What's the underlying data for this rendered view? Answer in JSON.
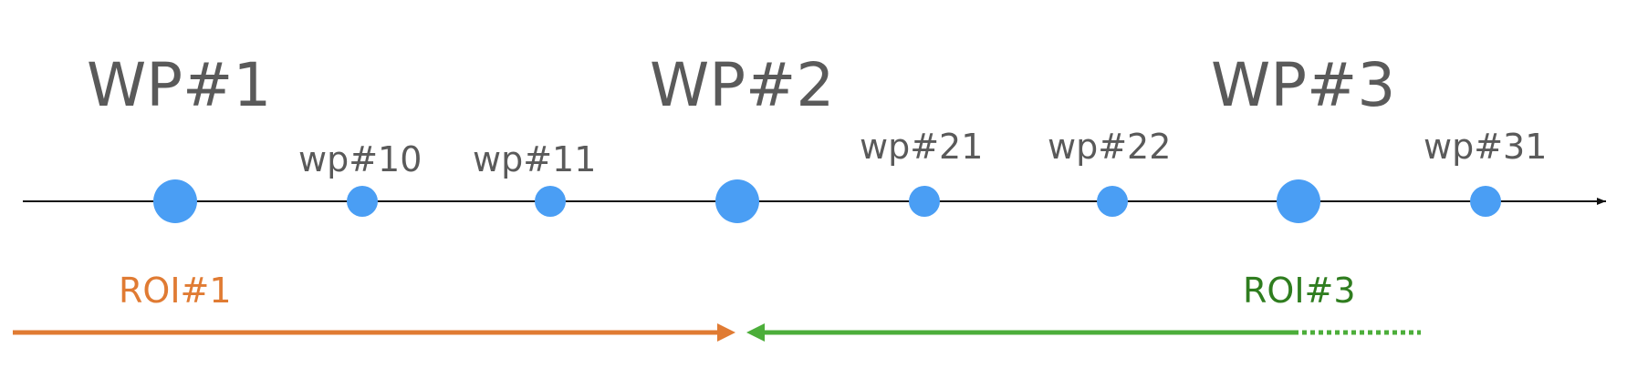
{
  "colors": {
    "axis": "#111111",
    "node": "#4a9ef4",
    "label": "#5a5a5a",
    "roi1": "#e07b33",
    "roi3": "#4cae3a",
    "roi3_label": "#2f7d1f"
  },
  "major_waypoints": [
    {
      "label": "WP#1"
    },
    {
      "label": "WP#2"
    },
    {
      "label": "WP#3"
    }
  ],
  "minor_waypoints": [
    {
      "label": "wp#10"
    },
    {
      "label": "wp#11"
    },
    {
      "label": "wp#21"
    },
    {
      "label": "wp#22"
    },
    {
      "label": "wp#31"
    }
  ],
  "regions": {
    "roi1": {
      "label": "ROI#1"
    },
    "roi3": {
      "label": "ROI#3"
    }
  }
}
